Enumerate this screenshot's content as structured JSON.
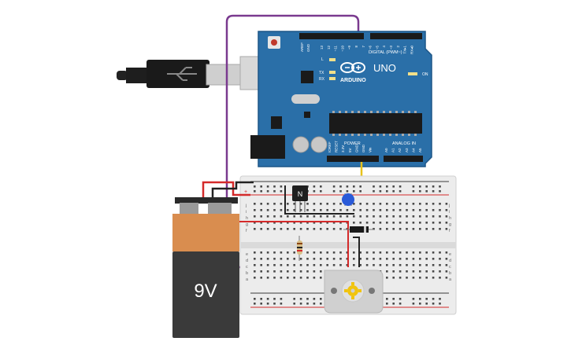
{
  "arduino": {
    "brand": "ARDUINO",
    "model": "UNO",
    "digital_label": "DIGITAL (PWM~)",
    "power_label": "POWER",
    "analog_label": "ANALOG IN",
    "on_label": "ON",
    "tx_label": "TX",
    "rx_label": "RX",
    "l_label": "L",
    "aref_label": "AREF",
    "gnd_label": "GND",
    "digital_pins": [
      "13",
      "12",
      "~11",
      "~10",
      "~9",
      "8",
      "7",
      "~6",
      "~5",
      "4",
      "~3",
      "2",
      "TX▸1",
      "RX◂0"
    ],
    "power_pins": [
      "IOREF",
      "RESET",
      "3.3V",
      "5V",
      "GND",
      "GND",
      "Vin"
    ],
    "analog_pins": [
      "A0",
      "A1",
      "A2",
      "A3",
      "A4",
      "A5"
    ],
    "color_board": "#2a6fa8",
    "color_board_edge": "#1d5687"
  },
  "battery": {
    "label": "9V",
    "color_top": "#d98d4f",
    "color_body": "#3a3a3a"
  },
  "transistor": {
    "label": "N"
  },
  "breadboard": {
    "row_letters_top": [
      "j",
      "i",
      "h",
      "g",
      "f"
    ],
    "row_letters_bottom": [
      "e",
      "d",
      "c",
      "b",
      "a"
    ],
    "rail_plus": "+",
    "rail_minus": "-"
  },
  "wires": {
    "purple": "#7a3a8f",
    "red": "#d42a2a",
    "black": "#222222",
    "yellow": "#e8c21a"
  }
}
